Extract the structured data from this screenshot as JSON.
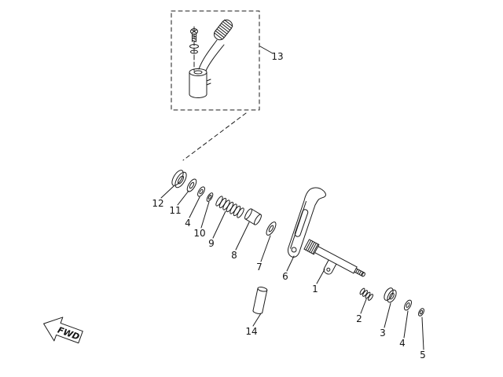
{
  "diagram": {
    "kind": "exploded-parts-diagram",
    "fwd_arrow": {
      "label": "FWD"
    },
    "callouts": [
      {
        "num": "13"
      },
      {
        "num": "12"
      },
      {
        "num": "11"
      },
      {
        "num": "4"
      },
      {
        "num": "10"
      },
      {
        "num": "9"
      },
      {
        "num": "8"
      },
      {
        "num": "7"
      },
      {
        "num": "6"
      },
      {
        "num": "1"
      },
      {
        "num": "2"
      },
      {
        "num": "3"
      },
      {
        "num": "4"
      },
      {
        "num": "5"
      },
      {
        "num": "14"
      }
    ],
    "colors": {
      "line": "#1b1b1b",
      "background": "#ffffff"
    }
  }
}
